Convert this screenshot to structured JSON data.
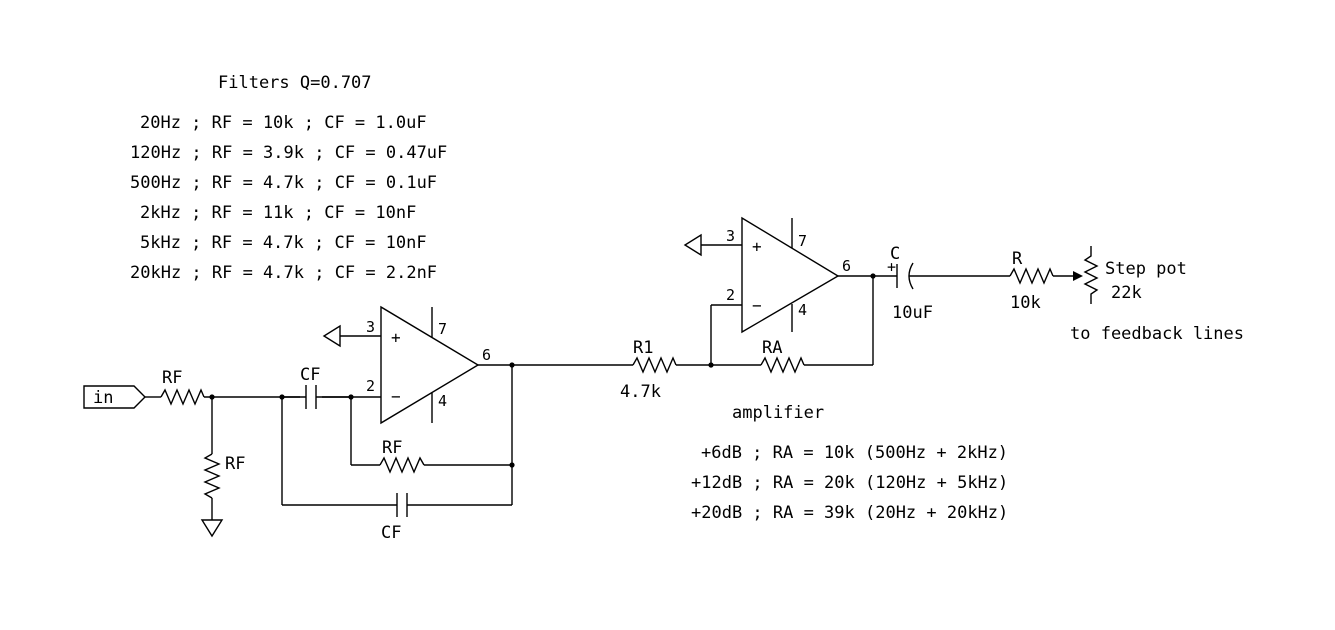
{
  "filters": {
    "title": "Filters Q=0.707",
    "rows": [
      "20Hz ; RF = 10k ; CF = 1.0uF",
      "120Hz ; RF = 3.9k ; CF = 0.47uF",
      "500Hz ; RF = 4.7k ; CF = 0.1uF",
      "2kHz ; RF = 11k ; CF = 10nF",
      "5kHz ; RF = 4.7k ; CF = 10nF",
      "20kHz ; RF = 4.7k ; CF = 2.2nF"
    ]
  },
  "amplifier": {
    "title": "amplifier",
    "rows": [
      "+6dB ; RA = 10k (500Hz + 2kHz)",
      "+12dB ; RA = 20k (120Hz + 5kHz)",
      "+20dB ; RA = 39k (20Hz + 20kHz)"
    ]
  },
  "labels": {
    "input_port": "in",
    "rf_series": "RF",
    "rf_shunt": "RF",
    "cf_series": "CF",
    "rf_feedback": "RF",
    "cf_feedback": "CF",
    "r1_name": "R1",
    "r1_value": "4.7k",
    "ra": "RA",
    "c_name": "C",
    "c_value": "10uF",
    "r_name": "R",
    "r_value": "10k",
    "pot_name": "Step pot",
    "pot_value": "22k",
    "output_note": "to feedback lines"
  },
  "opamp1": {
    "pin_plus": "3",
    "pin_minus": "2",
    "pin_out": "6",
    "pin_vpos": "7",
    "pin_vneg": "4",
    "plus": "+",
    "minus": "−"
  },
  "opamp2": {
    "pin_plus": "3",
    "pin_minus": "2",
    "pin_out": "6",
    "pin_vpos": "7",
    "pin_vneg": "4",
    "plus": "+",
    "minus": "−"
  },
  "cap_polarity": "+"
}
